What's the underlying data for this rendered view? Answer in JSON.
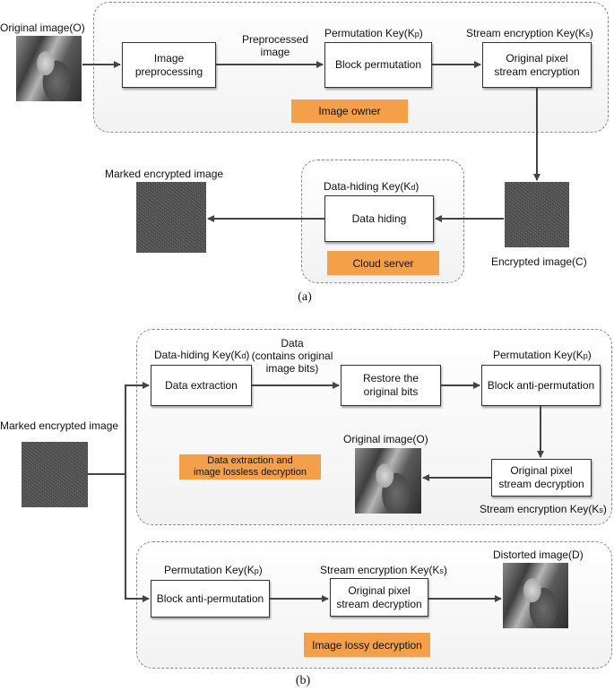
{
  "part_a": {
    "original_image_label": "Original image(O)",
    "box_preprocessing": "Image\npreprocessing",
    "label_preprocessed": "Preprocessed\nimage",
    "label_perm_key": "Permutation Key(K",
    "label_perm_key_sub": "p",
    "box_block_perm": "Block permutation",
    "label_stream_key": "Stream encryption Key(K",
    "label_stream_key_sub": "s",
    "box_stream_enc": "Original pixel\nstream encryption",
    "tag_owner": "Image owner",
    "label_marked_encrypted": "Marked encrypted image",
    "label_dh_key": "Data-hiding Key(K",
    "label_dh_key_sub": "d",
    "box_data_hiding": "Data hiding",
    "tag_cloud": "Cloud server",
    "label_encrypted": "Encrypted image(C)",
    "caption": "(a)"
  },
  "part_b": {
    "label_marked_encrypted": "Marked encrypted image",
    "label_dh_key": "Data-hiding Key(K",
    "label_dh_key_sub": "d",
    "box_data_extraction": "Data extraction",
    "label_data": "Data\n(contains original\nimage bits)",
    "box_restore": "Restore the\noriginal bits",
    "label_perm_key": "Permutation Key(K",
    "label_perm_key_sub": "p",
    "box_anti_perm": "Block anti-permutation",
    "label_original_image": "Original image(O)",
    "tag_lossless": "Data extraction and\nimage lossless decryption",
    "box_stream_dec": "Original pixel\nstream decryption",
    "label_stream_key": "Stream encryption Key(K",
    "label_stream_key_sub": "s",
    "label_perm_key_2": "Permutation Key(K",
    "label_perm_key_2_sub": "p",
    "label_stream_key_2": "Stream encryption Key(K",
    "label_stream_key_2_sub": "s",
    "label_distorted": "Distorted image(D)",
    "box_anti_perm_2": "Block anti-permutation",
    "box_stream_dec_2": "Original pixel\nstream decryption",
    "tag_lossy": "Image lossy decryption",
    "caption": "(b)"
  }
}
